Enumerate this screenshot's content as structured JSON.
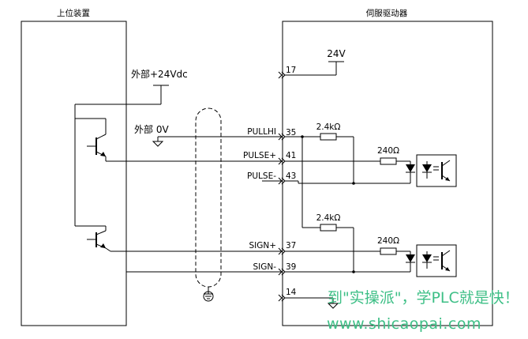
{
  "host": {
    "title": "上位装置"
  },
  "driver": {
    "title": "伺服驱动器"
  },
  "external_24v": "外部+24Vdc",
  "external_0v": "外部 0V",
  "supply_24v": "24V",
  "signals": {
    "pullhi": "PULLHI",
    "pulse_plus": "PULSE+",
    "pulse_minus": "PULSE-",
    "sign_plus": "SIGN+",
    "sign_minus": "SIGN-"
  },
  "pins": {
    "p17": "17",
    "p35": "35",
    "p41": "41",
    "p43": "43",
    "p37": "37",
    "p39": "39",
    "p14": "14"
  },
  "resistors": {
    "r_pull_pulse": "2.4kΩ",
    "r_pulse": "240Ω",
    "r_pull_sign": "2.4kΩ",
    "r_sign": "240Ω"
  },
  "watermark": {
    "slogan": "到\"实操派\"，学PLC就是快！",
    "url": "www.shicaopai.com"
  }
}
